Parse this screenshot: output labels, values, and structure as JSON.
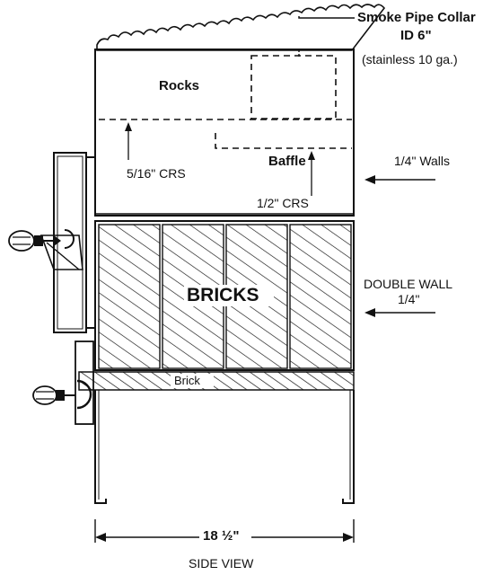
{
  "labels": {
    "smoke_pipe_line1": "Smoke Pipe Collar",
    "smoke_pipe_line2": "ID 6\"",
    "stainless": "(stainless 10 ga.)",
    "rocks": "Rocks",
    "baffle": "Baffle",
    "crs_5_16": "5/16\" CRS",
    "crs_1_2": "1/2\" CRS",
    "walls": "1/4\" Walls",
    "double_wall_line1": "DOUBLE WALL",
    "double_wall_line2": "1/4\"",
    "bricks": "BRICKS",
    "brick": "Brick",
    "dimension": "18 ½\"",
    "view": "SIDE VIEW"
  },
  "colors": {
    "ink": "#111111",
    "paper": "#ffffff"
  }
}
